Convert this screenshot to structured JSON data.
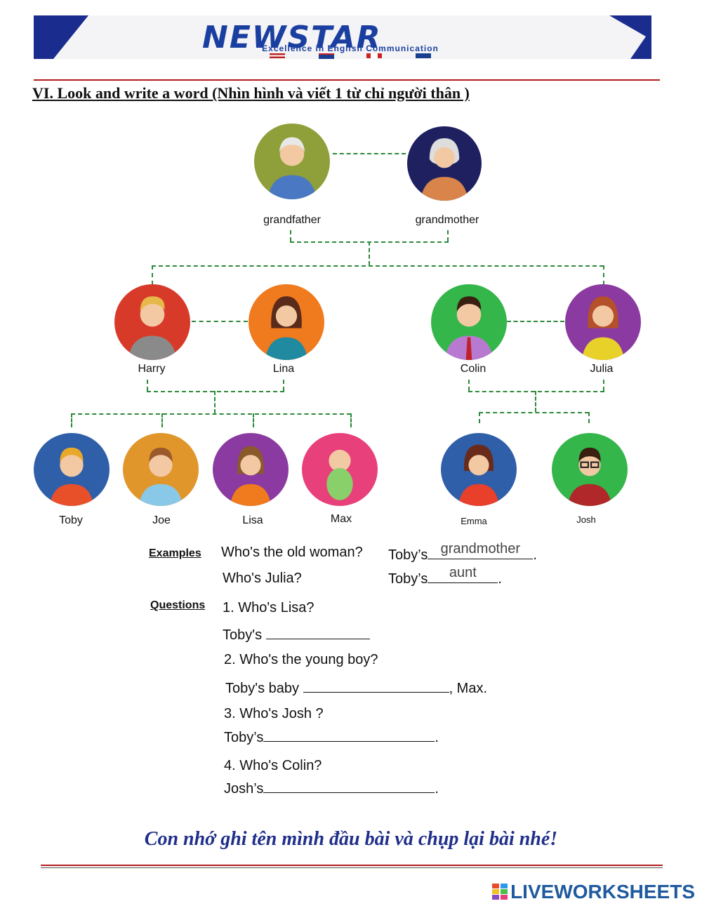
{
  "header": {
    "logo": "NEWSTAR",
    "tagline": "Excellence in English Communication"
  },
  "heading": "VI. Look and write a word (Nhìn hình và viết 1 từ chỉ người thân )",
  "tree": {
    "grandparents": [
      "grandfather",
      "grandmother"
    ],
    "parents": [
      "Harry",
      "Lina",
      "Colin",
      "Julia"
    ],
    "children": [
      "Toby",
      "Joe",
      "Lisa",
      "Max",
      "Emma",
      "Josh"
    ]
  },
  "exercise": {
    "examples_label": "Examples",
    "questions_label": "Questions",
    "examples": [
      {
        "question": "Who's the old woman?",
        "answer_prefix": "Toby’s",
        "answer": "grandmother",
        "suffix": "."
      },
      {
        "question": "Who's Julia?",
        "answer_prefix": "Toby’s",
        "answer": "aunt",
        "suffix": "."
      }
    ],
    "questions": [
      {
        "question": "1. Who's Lisa?",
        "answer_prefix": "Toby's",
        "answer": "",
        "suffix": ""
      },
      {
        "question": "2. Who's the young boy?",
        "answer_prefix": "Toby's baby",
        "answer": "",
        "suffix": ", Max."
      },
      {
        "question": "3. Who's Josh ?",
        "answer_prefix": "Toby’s",
        "answer": "",
        "suffix": "."
      },
      {
        "question": "4. Who's Colin?",
        "answer_prefix": "Josh’s",
        "answer": "",
        "suffix": "."
      }
    ]
  },
  "footer_note": "Con nhớ ghi tên mình đầu bài và chụp lại bài nhé!",
  "brand": "LIVEWORKSHEETS",
  "colors": {
    "accent_blue": "#1b3fa0",
    "red_line": "#b21c1c",
    "dashed_green": "#2c8a3a",
    "footer_blue": "#1f2f8a"
  }
}
